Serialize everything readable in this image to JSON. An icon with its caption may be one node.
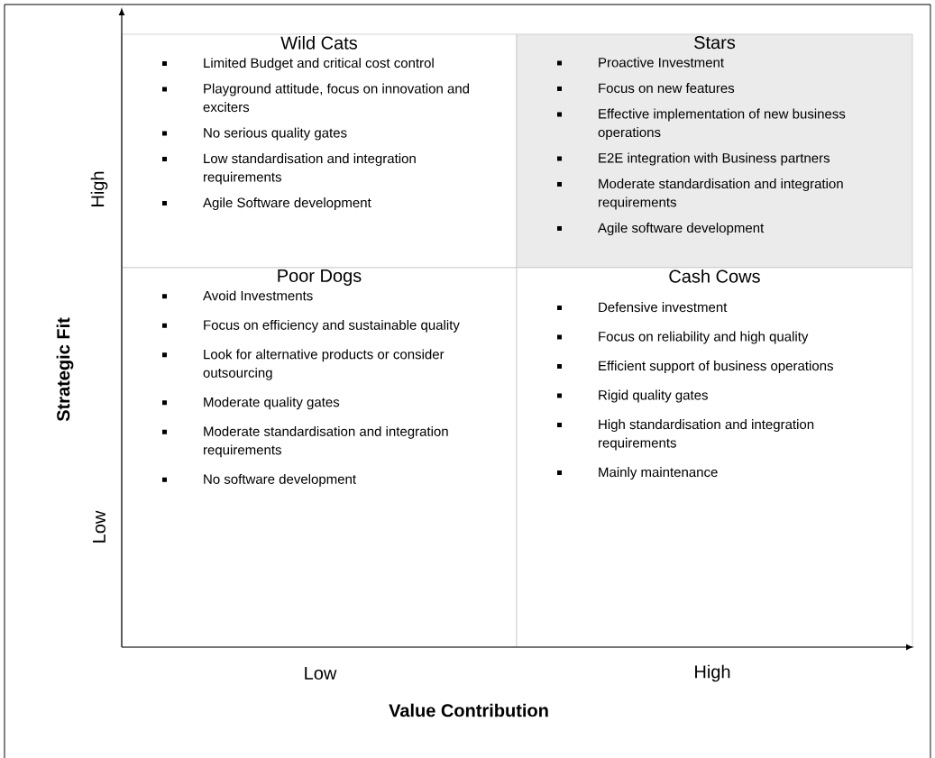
{
  "diagram": {
    "nodes": [
      {
        "text": [
          "Wild Cats",
          "Limited Budget and critical cost control",
          "Playground attitude, focus on innovation and exciters",
          "No serious quality gates",
          "Low standardisation and integration requirements",
          "Agile Software development"
        ]
      },
      {
        "text": [
          "Stars",
          "Proactive Investment",
          "Focus on new features",
          "Effective implementation of new business operations",
          "E2E integration with Business partners",
          "Moderate standardisation and integration requirements",
          "Agile software development"
        ]
      },
      {
        "text": [
          "Poor Dogs",
          "Avoid Investments",
          "Focus on efficiency and sustainable quality",
          "Look for alternative products or consider outsourcing",
          "Moderate quality gates",
          "Moderate standardisation and integration requirements",
          "No software development"
        ]
      },
      {
        "text": [
          "Cash Cows",
          "Defensive investment",
          "Focus on reliability and high quality",
          "Efficient support of business operations",
          "Rigid quality gates",
          "High standardisation and integration requirements",
          "Mainly maintenance"
        ]
      }
    ],
    "labels": [
      "High",
      "Strategic Fit",
      "Low",
      "Low",
      "High",
      "Value Contribution"
    ]
  }
}
